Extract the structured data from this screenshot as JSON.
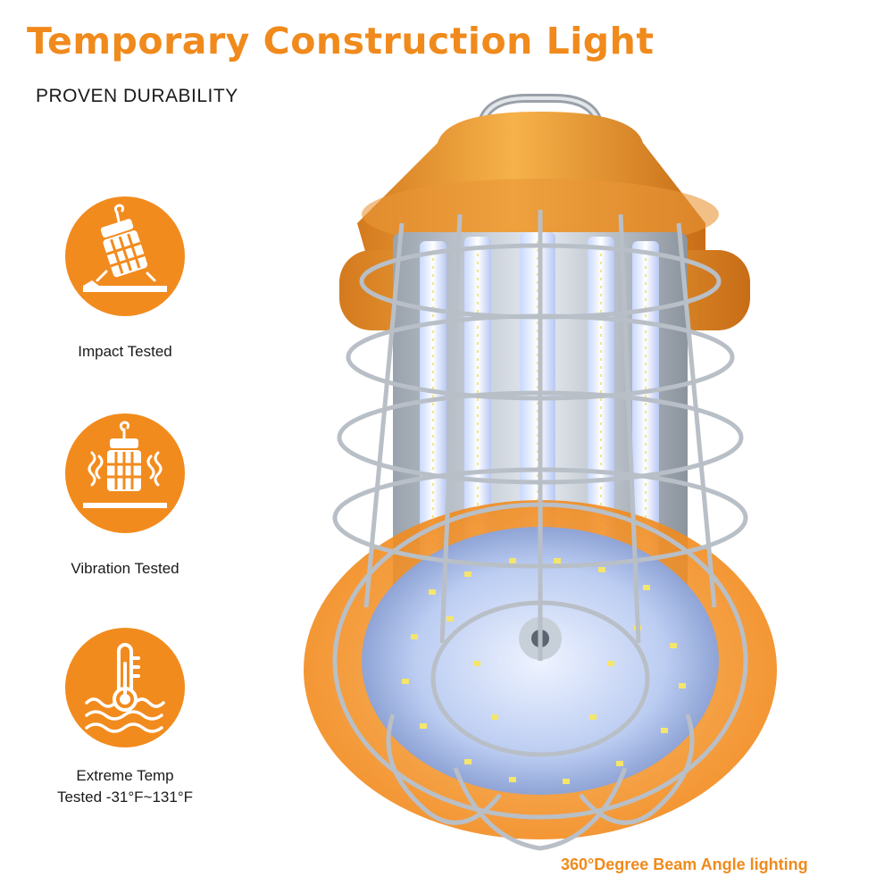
{
  "header": {
    "title": "Temporary Construction Light",
    "subtitle": "PROVEN DURABILITY"
  },
  "features": [
    {
      "icon": "impact-hanging-light-icon",
      "label": "Impact Tested"
    },
    {
      "icon": "vibration-hanging-light-icon",
      "label": "Vibration Tested"
    },
    {
      "icon": "thermometer-heat-icon",
      "label_line1": "Extreme Temp",
      "label_line2": "Tested -31°F~131°F"
    }
  ],
  "product": {
    "image": "caged-led-work-light"
  },
  "caption": "360°Degree Beam Angle lighting",
  "colors": {
    "accent": "#f08a1c",
    "badge": "#f28b1e",
    "text": "#1a1a1a",
    "housing": "#f0a53a"
  }
}
